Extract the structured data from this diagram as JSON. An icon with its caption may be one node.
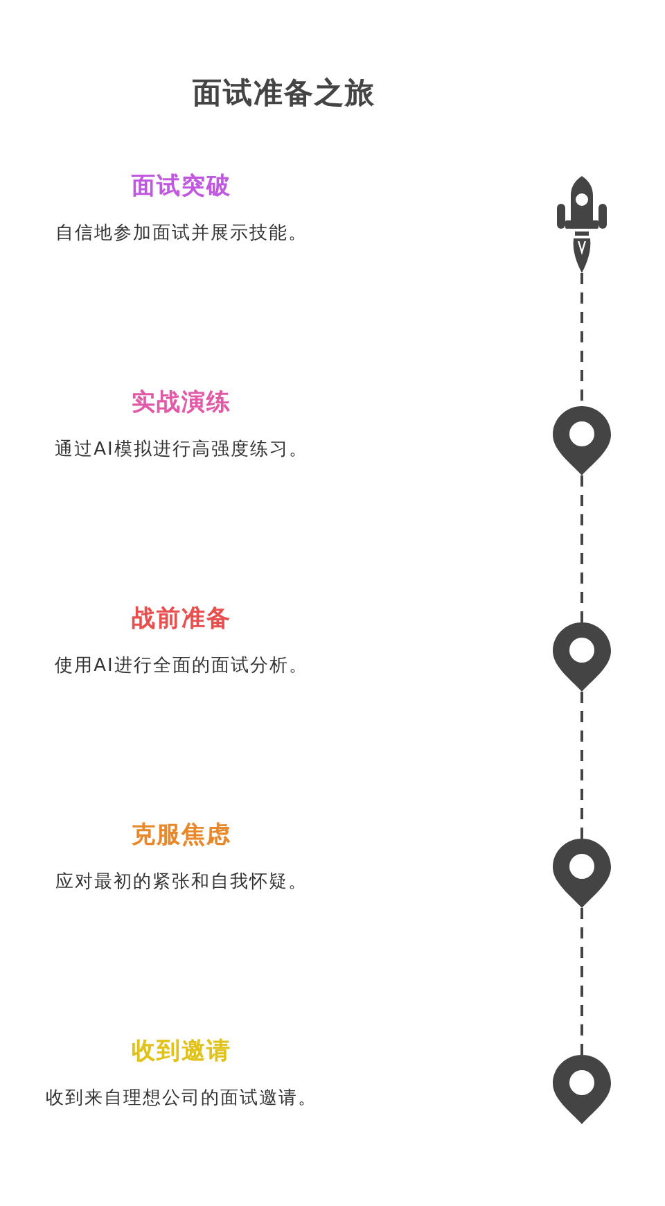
{
  "diagram": {
    "title": "面试准备之旅",
    "nodes": [
      {
        "text": [],
        "shape": "rocket",
        "beside": [
          "面试突破",
          "自信地参加面试并展示技能。"
        ]
      },
      {
        "text": [],
        "shape": "pin",
        "beside": [
          "实战演练",
          "通过AI模拟进行高强度练习。"
        ]
      },
      {
        "text": [],
        "shape": "pin",
        "beside": [
          "战前准备",
          "使用AI进行全面的面试分析。"
        ]
      },
      {
        "text": [],
        "shape": "pin",
        "beside": [
          "克服焦虑",
          "应对最初的紧张和自我怀疑。"
        ]
      },
      {
        "text": [],
        "shape": "pin",
        "beside": [
          "收到邀请",
          "收到来自理想公司的面试邀请。"
        ]
      }
    ],
    "edges": [
      {
        "from": 0,
        "to": 1,
        "arrow": "none",
        "style": "dashed"
      },
      {
        "from": 1,
        "to": 2,
        "arrow": "none",
        "style": "dashed"
      },
      {
        "from": 2,
        "to": 3,
        "arrow": "none",
        "style": "dashed"
      },
      {
        "from": 3,
        "to": 4,
        "arrow": "none",
        "style": "dashed"
      }
    ]
  }
}
